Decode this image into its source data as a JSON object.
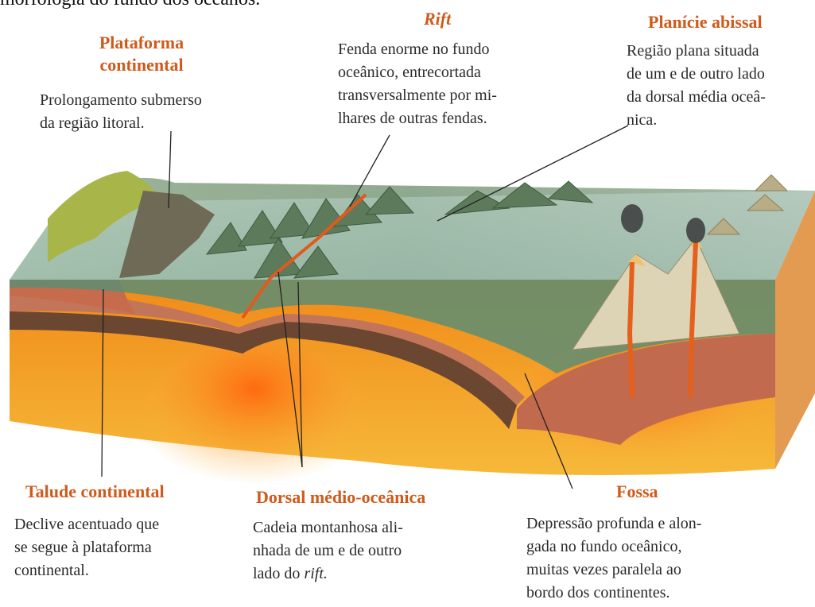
{
  "top_caption": "morfologia do fundo dos oceanos.",
  "labels": {
    "plataforma": {
      "title_lines": [
        "Plataforma",
        "continental"
      ],
      "desc_lines": [
        "Prolongamento submerso",
        "da região litoral."
      ]
    },
    "rift": {
      "title": "Rift",
      "desc_lines": [
        "Fenda enorme no fundo",
        "oceânico, entrecortada",
        "transversalmente por mi-",
        "lhares de outras fendas."
      ]
    },
    "planicie": {
      "title": "Planície abissal",
      "desc_lines": [
        "Região plana situada",
        "de um e de outro lado",
        "da dorsal média oceâ-",
        "nica."
      ]
    },
    "talude": {
      "title": "Talude continental",
      "desc_lines": [
        "Declive acentuado que",
        "se segue à plataforma",
        "continental."
      ]
    },
    "dorsal": {
      "title": "Dorsal médio-oceânica",
      "desc_lines": [
        "Cadeia montanhosa ali-",
        "nhada de um e de outro",
        "lado do",
        "rift."
      ]
    },
    "fossa": {
      "title": "Fossa",
      "desc_lines": [
        "Depressão profunda e alon-",
        "gada no fundo oceânico,",
        "muitas vezes paralela ao",
        "bordo dos continentes."
      ]
    }
  },
  "colors": {
    "label_accent": "#cf5a1b",
    "ocean_surface": "#b9dde0",
    "ocean_floor": "#8ea88e",
    "crust": "#c66c4c",
    "mantle": "#f4a020",
    "magma": "#ff6a10"
  }
}
